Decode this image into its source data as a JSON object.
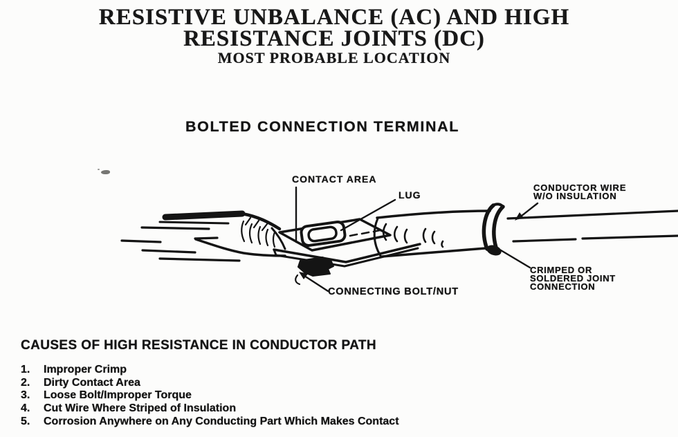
{
  "page": {
    "title_line1": "RESISTIVE UNBALANCE (AC) AND HIGH",
    "title_line2": "RESISTANCE JOINTS (DC)",
    "title_line3": "MOST PROBABLE LOCATION",
    "diagram_heading": "BOLTED CONNECTION TERMINAL"
  },
  "diagram": {
    "labels": {
      "contact_area": "CONTACT AREA",
      "lug": "LUG",
      "conductor_wire": [
        "CONDUCTOR WIRE",
        "W/O INSULATION"
      ],
      "crimped_joint": [
        "CRIMPED OR",
        "SOLDERED JOINT",
        "CONNECTION"
      ],
      "connecting_bolt_nut": "CONNECTING BOLT/NUT"
    }
  },
  "causes": {
    "heading": "CAUSES OF HIGH RESISTANCE IN CONDUCTOR PATH",
    "items": [
      {
        "num": "1.",
        "text": "Improper Crimp"
      },
      {
        "num": "2.",
        "text": "Dirty Contact Area"
      },
      {
        "num": "3.",
        "text": "Loose Bolt/Improper Torque"
      },
      {
        "num": "4.",
        "text": "Cut Wire Where Striped of Insulation"
      },
      {
        "num": "5.",
        "text": "Corrosion Anywhere on Any Conducting Part Which Makes Contact"
      }
    ]
  },
  "colors": {
    "ink": "#141414",
    "paper": "#fcfcfb"
  }
}
